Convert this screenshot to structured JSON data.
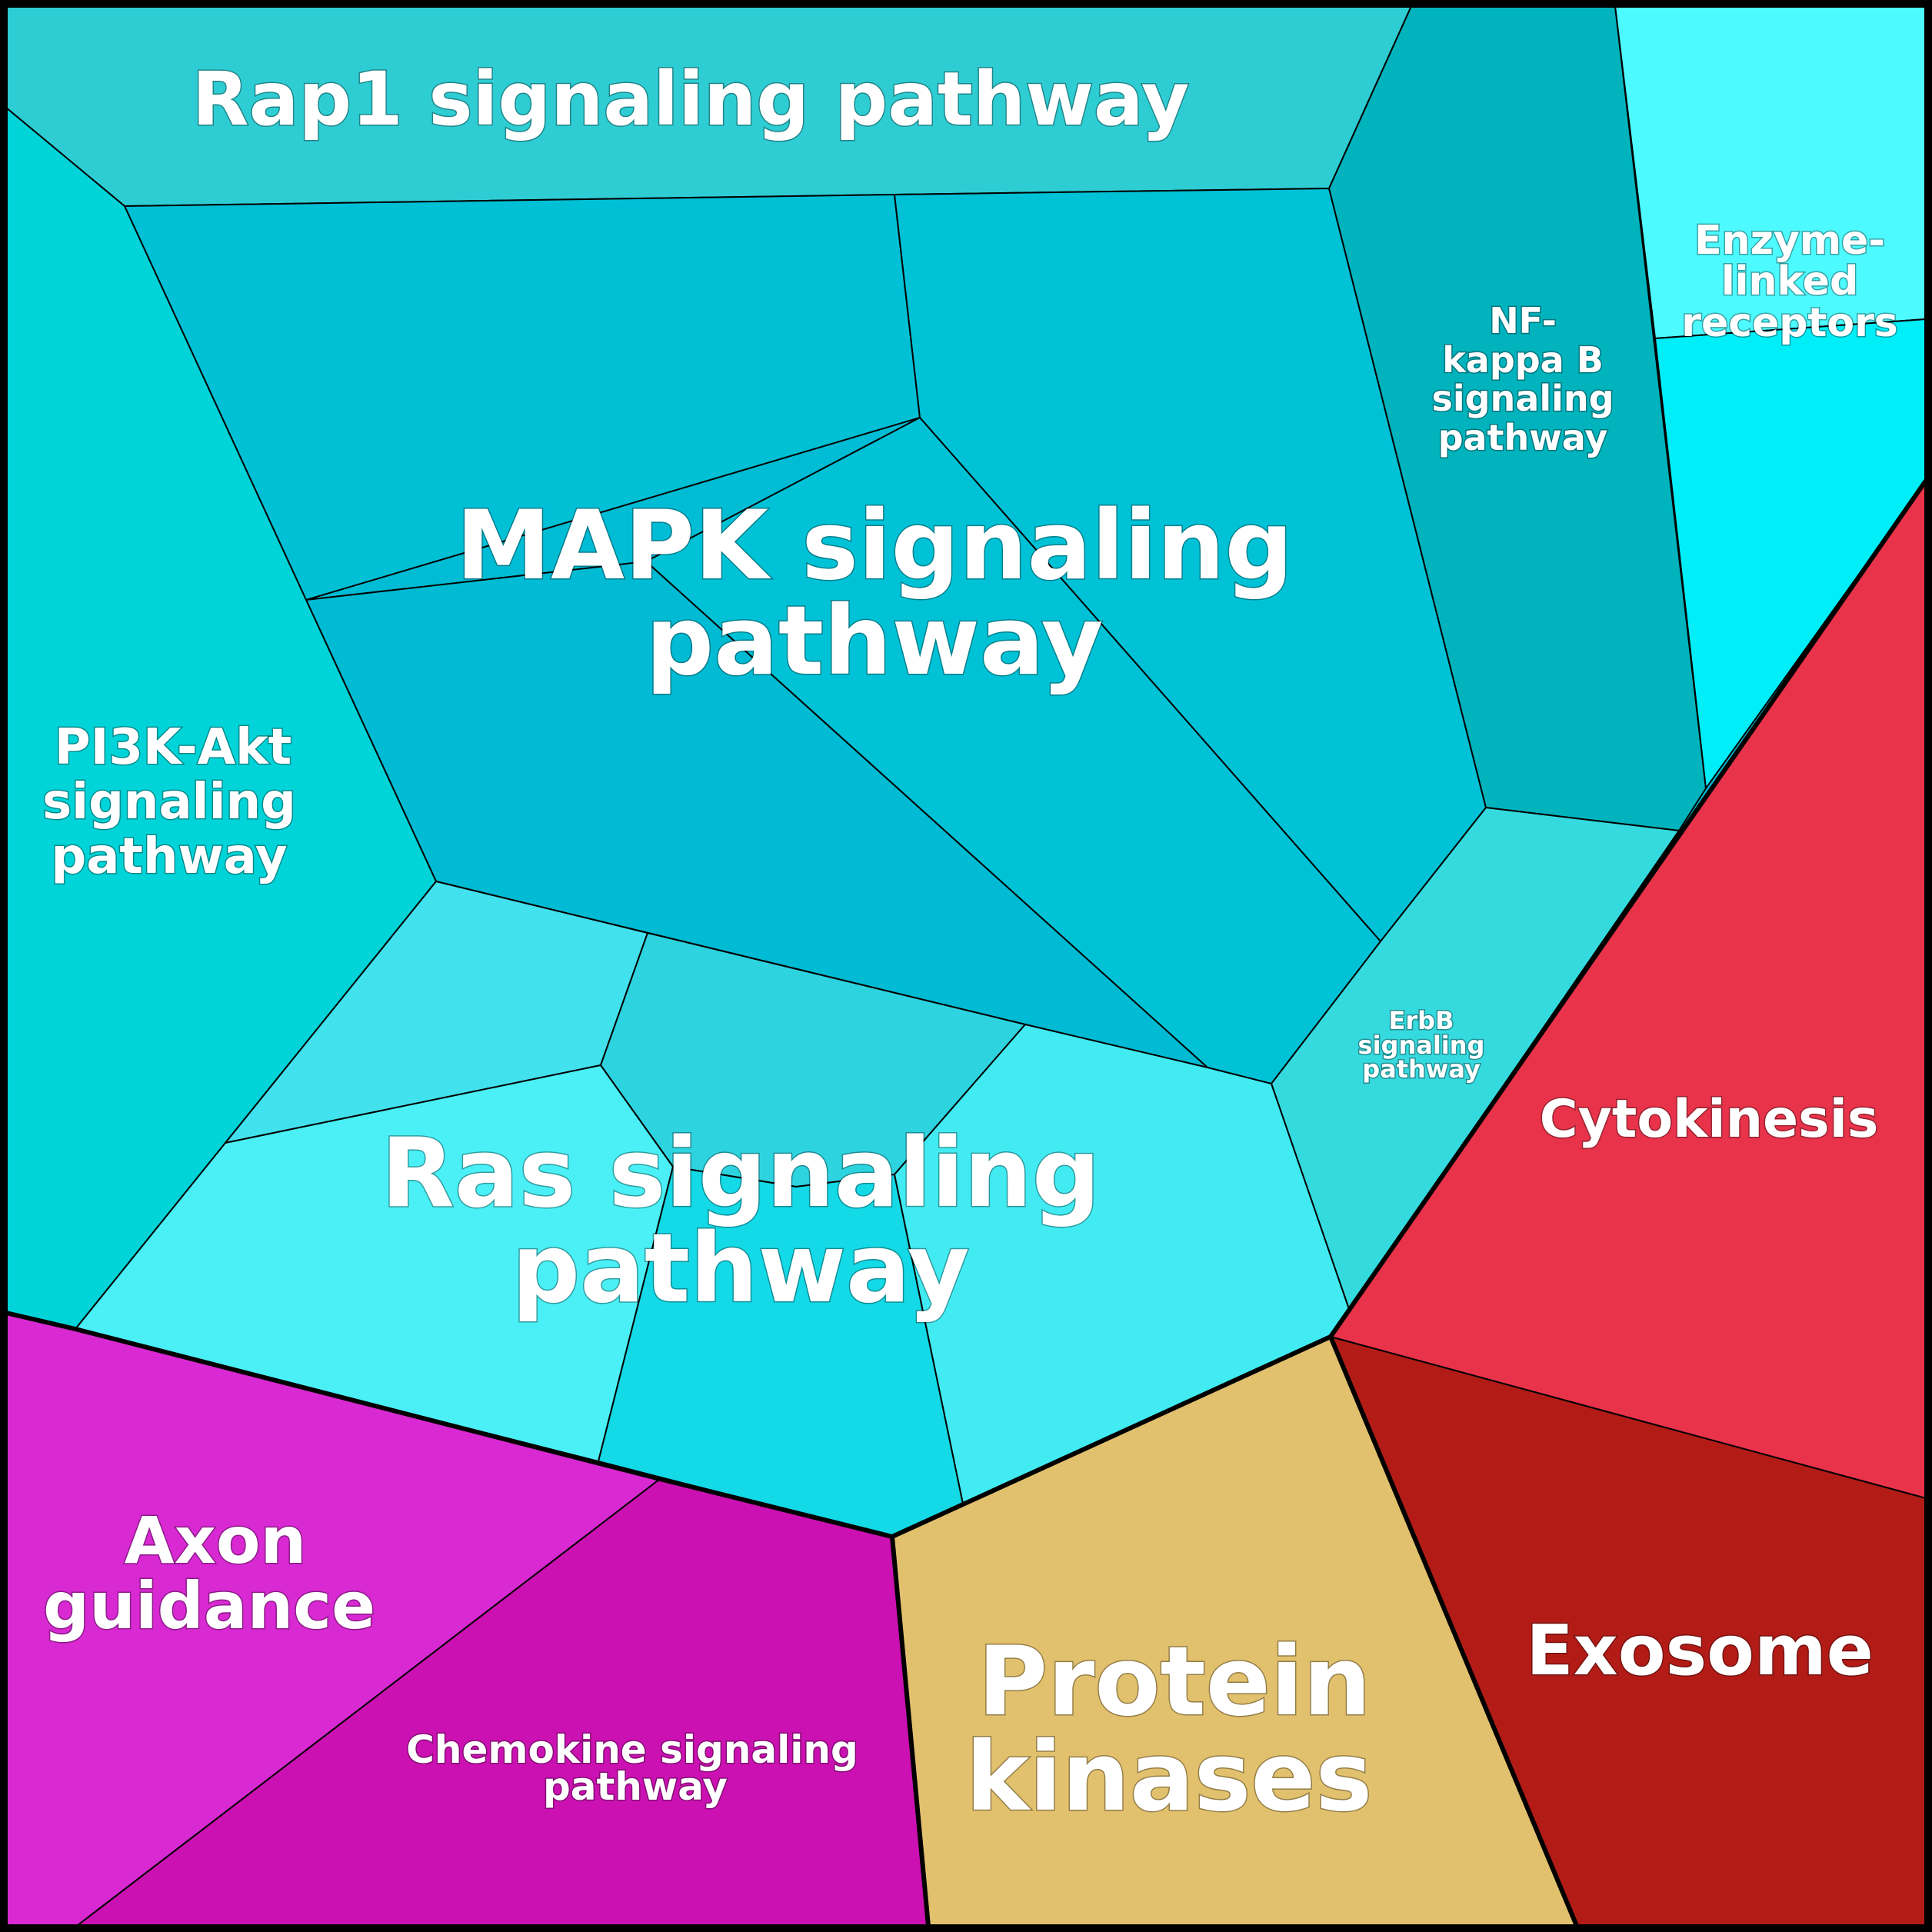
{
  "diagram": {
    "type": "voronoi-treemap",
    "groups": [
      {
        "name": "signaling",
        "color": "#00bcd4",
        "cells": [
          {
            "id": "rap1",
            "label": "Rap1 signaling pathway",
            "color": "#2ecdd3"
          },
          {
            "id": "mapk-a",
            "label": "",
            "color": "#00c0d6"
          },
          {
            "id": "mapk-b",
            "label": "",
            "color": "#00bed6"
          },
          {
            "id": "mapk-c",
            "label": "",
            "color": "#00c2d6"
          },
          {
            "id": "mapk-d",
            "label": "MAPK signaling pathway",
            "color": "#00bbd3"
          },
          {
            "id": "nfkb",
            "label": "NF-kappa B signaling pathway",
            "color": "#00b3bd"
          },
          {
            "id": "enzyme-top",
            "label": "Enzyme-linked receptors",
            "color": "#4dfaff"
          },
          {
            "id": "enzyme-bottom",
            "label": "",
            "color": "#00eef8"
          },
          {
            "id": "pi3k",
            "label": "PI3K-Akt signaling pathway",
            "color": "#00d4d8"
          },
          {
            "id": "erbb",
            "label": "ErbB signaling pathway",
            "color": "#35dadf"
          },
          {
            "id": "ras-a",
            "label": "",
            "color": "#42e1ee"
          },
          {
            "id": "ras-b",
            "label": "",
            "color": "#2dd4e0"
          },
          {
            "id": "ras-c",
            "label": "Ras signaling pathway",
            "color": "#4af0f5"
          },
          {
            "id": "ras-d",
            "label": "",
            "color": "#14d9e6"
          },
          {
            "id": "ras-e",
            "label": "",
            "color": "#42ebf2"
          }
        ]
      },
      {
        "name": "cytokinesis-exosome",
        "cells": [
          {
            "id": "cytokinesis",
            "label": "Cytokinesis",
            "color": "#e8334a"
          },
          {
            "id": "exosome",
            "label": "Exosome",
            "color": "#b31b17"
          }
        ]
      },
      {
        "name": "protein-kinases",
        "cells": [
          {
            "id": "protein-kinases",
            "label": "Protein kinases",
            "color": "#e2c16e"
          }
        ]
      },
      {
        "name": "axon-chemokine",
        "cells": [
          {
            "id": "axon",
            "label": "Axon guidance",
            "color": "#d829d2"
          },
          {
            "id": "chemokine",
            "label": "Chemokine signaling pathway",
            "color": "#cb11b2"
          }
        ]
      }
    ]
  },
  "labels": {
    "rap1": "Rap1 signaling pathway",
    "mapk_1": "MAPK signaling",
    "mapk_2": "pathway",
    "nfkb_1": "NF-",
    "nfkb_2": "kappa B",
    "nfkb_3": "signaling",
    "nfkb_4": "pathway",
    "enzyme_1": "Enzyme-",
    "enzyme_2": "linked",
    "enzyme_3": "receptors",
    "pi3k_1": "PI3K-Akt",
    "pi3k_2": "signaling",
    "pi3k_3": "pathway",
    "erbb_1": "ErbB",
    "erbb_2": "signaling",
    "erbb_3": "pathway",
    "ras_1": "Ras signaling",
    "ras_2": "pathway",
    "cytokinesis": "Cytokinesis",
    "exosome": "Exosome",
    "protein_1": "Protein",
    "protein_2": "kinases",
    "axon_1": "Axon",
    "axon_2": "guidance",
    "chemokine_1": "Chemokine signaling",
    "chemokine_2": "pathway"
  }
}
